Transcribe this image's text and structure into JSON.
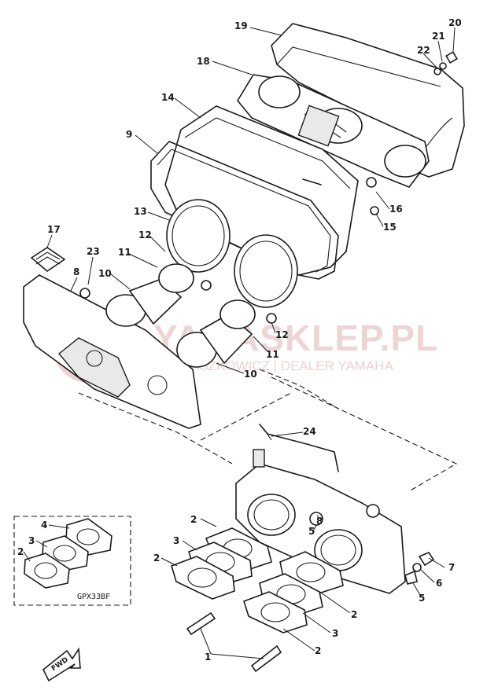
{
  "watermark": {
    "title": "YAMASKLEP.PL",
    "subtitle": "WOJTASZKOWICZ | DEALER YAMAHA",
    "color": "#e8c8c8"
  },
  "inset_code": "GPX33BF",
  "arrow_label": "FWD",
  "callouts": {
    "c1": "1",
    "c2a": "2",
    "c2b": "2",
    "c2c": "2",
    "c2d": "2",
    "c2e": "2",
    "c3a": "3",
    "c3b": "3",
    "c3c": "3",
    "c4a": "4",
    "c5a": "5",
    "c5b": "5",
    "c6": "6",
    "c7": "7",
    "c8a": "8",
    "c8b": "8",
    "c9": "9",
    "c10a": "10",
    "c10b": "10",
    "c11a": "11",
    "c11b": "11",
    "c12a": "12",
    "c12b": "12",
    "c13": "13",
    "c14": "14",
    "c15": "15",
    "c16": "16",
    "c17": "17",
    "c18": "18",
    "c19": "19",
    "c20": "20",
    "c21": "21",
    "c22": "22",
    "c23": "23",
    "c24": "24"
  }
}
